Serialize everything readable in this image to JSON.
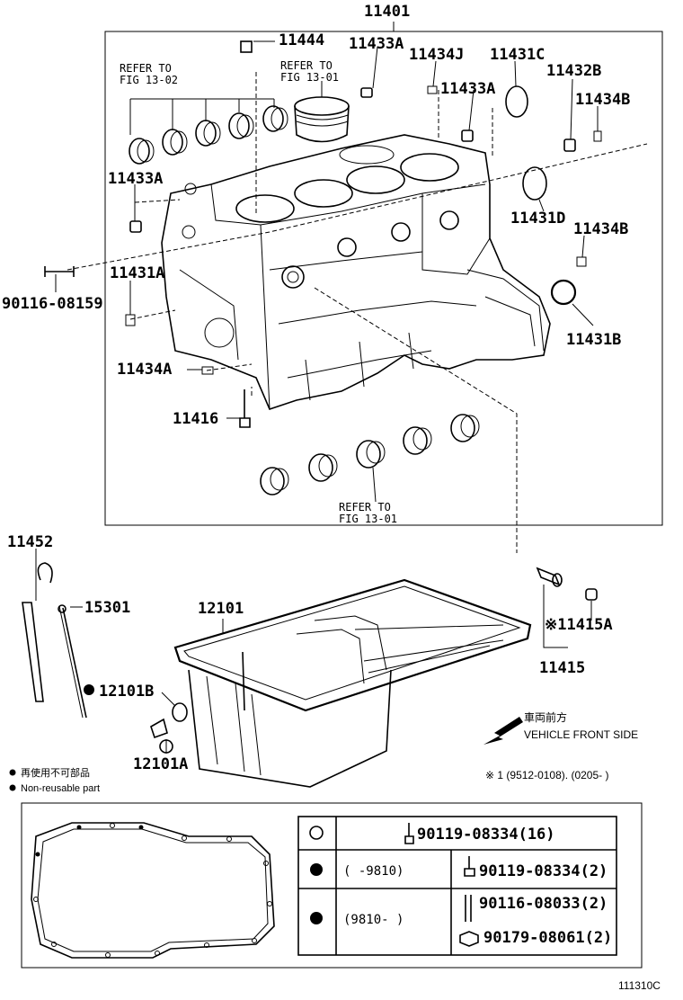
{
  "labels": {
    "p11401": "11401",
    "p11444": "11444",
    "p11433A_top": "11433A",
    "p11434J": "11434J",
    "p11431C": "11431C",
    "p11432B": "11432B",
    "p11433A_mid": "11433A",
    "p11434B_top": "11434B",
    "p11433A_left": "11433A",
    "p11431D": "11431D",
    "p11434B_mid": "11434B",
    "p90116_08159": "90116-08159",
    "p11431A": "11431A",
    "p11431B": "11431B",
    "p11434A": "11434A",
    "p11416": "11416",
    "p11452": "11452",
    "p15301": "15301",
    "p12101": "12101",
    "p11415A": "※11415A",
    "p11415": "11415",
    "p12101B": "12101B",
    "p12101A": "12101A"
  },
  "refs": {
    "ref1_a": "REFER TO",
    "ref1_b": "FIG 13-02",
    "ref2_a": "REFER TO",
    "ref2_b": "FIG 13-01",
    "ref3_a": "REFER TO",
    "ref3_b": "FIG 13-01"
  },
  "direction": {
    "jp": "車両前方",
    "en": "VEHICLE FRONT SIDE"
  },
  "footnote": "※ 1 (9512-0108). (0205-     )",
  "legend": {
    "dot_jp": "再使用不可部品",
    "dot_en": "Non-reusable part"
  },
  "table": {
    "row1_part": "90119-08334(16)",
    "row2_range": "(      -9810)",
    "row2_part": "90119-08334(2)",
    "row3_range": "(9810-      )",
    "row3_part_a": "90116-08033(2)",
    "row3_part_b": "90179-08061(2)"
  },
  "figure_code": "111310C"
}
